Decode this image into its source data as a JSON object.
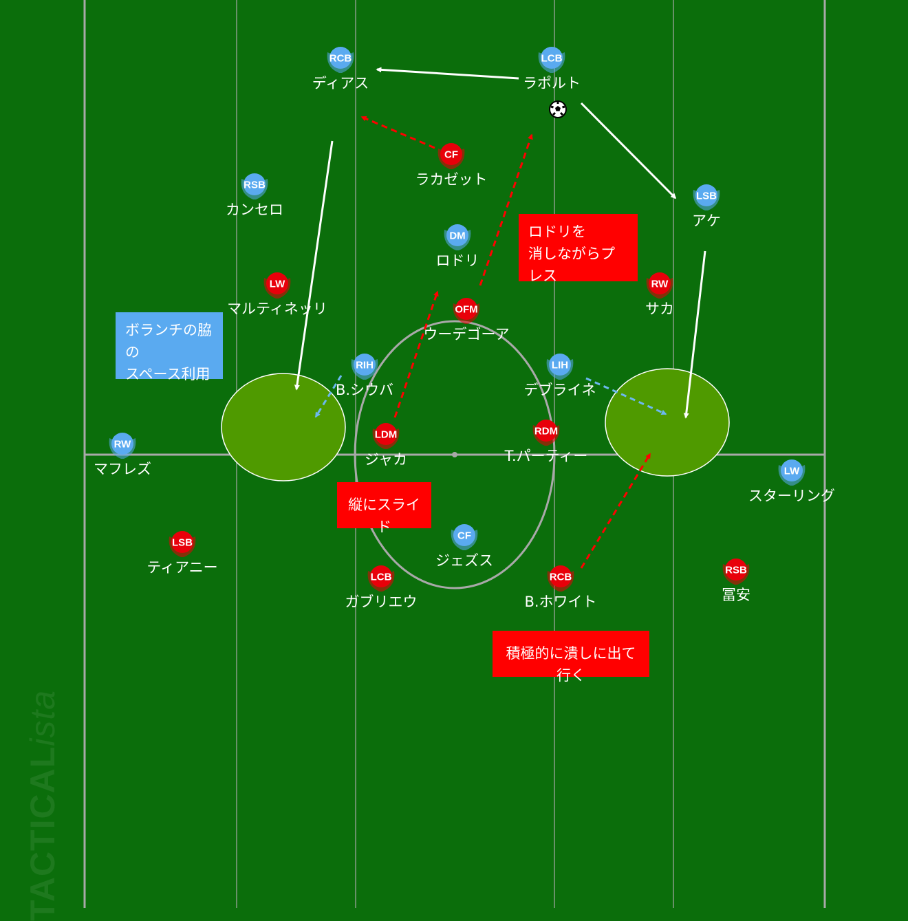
{
  "colors": {
    "pitch": "#0b6e0b",
    "lines": "#a9a9a9",
    "team_blue": "#5aaaf0",
    "team_red": "#e8000a",
    "zone_fill": "#4f9a00",
    "arrow_white": "#ffffff",
    "arrow_red": "#ff0000",
    "arrow_blue": "#6cb8f0"
  },
  "players": [
    {
      "team": "blue",
      "role": "RCB",
      "name": "ディアス"
    },
    {
      "team": "blue",
      "role": "LCB",
      "name": "ラポルト"
    },
    {
      "team": "blue",
      "role": "RSB",
      "name": "カンセロ"
    },
    {
      "team": "blue",
      "role": "LSB",
      "name": "アケ"
    },
    {
      "team": "blue",
      "role": "DM",
      "name": "ロドリ"
    },
    {
      "team": "blue",
      "role": "RIH",
      "name": "B.シウバ"
    },
    {
      "team": "blue",
      "role": "LIH",
      "name": "デブライネ"
    },
    {
      "team": "blue",
      "role": "RW",
      "name": "マフレズ"
    },
    {
      "team": "blue",
      "role": "LW",
      "name": "スターリング"
    },
    {
      "team": "blue",
      "role": "CF",
      "name": "ジェズス"
    },
    {
      "team": "red",
      "role": "CF",
      "name": "ラカゼット"
    },
    {
      "team": "red",
      "role": "LW",
      "name": "マルティネッリ"
    },
    {
      "team": "red",
      "role": "OFM",
      "name": "ウーデゴーア"
    },
    {
      "team": "red",
      "role": "RW",
      "name": "サカ"
    },
    {
      "team": "red",
      "role": "LDM",
      "name": "ジャカ"
    },
    {
      "team": "red",
      "role": "RDM",
      "name": "T.パーティー"
    },
    {
      "team": "red",
      "role": "LSB",
      "name": "ティアニー"
    },
    {
      "team": "red",
      "role": "LCB",
      "name": "ガブリエウ"
    },
    {
      "team": "red",
      "role": "RCB",
      "name": "B.ホワイト"
    },
    {
      "team": "red",
      "role": "RSB",
      "name": "冨安"
    }
  ],
  "notes": {
    "rodri_press": [
      "ロドリを",
      "消しながらプレス"
    ],
    "volante_space": [
      "ボランチの脇の",
      "スペース利用"
    ],
    "slide": "縦にスライド",
    "aggressive": "積極的に潰しに出て行く"
  },
  "watermark": {
    "bold": "TACTICAL",
    "italic": "ista"
  },
  "ball_icon": "soccer-ball-icon"
}
